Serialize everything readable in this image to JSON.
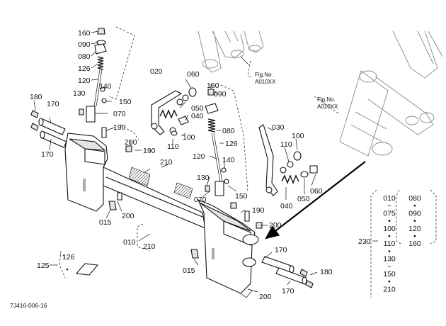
{
  "diagram": {
    "code": "7J416-006-16",
    "fig_refs": [
      {
        "label": "Fig.No.",
        "code": "A010XX"
      },
      {
        "label": "Fig.No.",
        "code": "A020XX"
      }
    ],
    "callouts": {
      "c160a": "160",
      "c090a": "090",
      "c080a": "080",
      "c126a": "126",
      "c120a": "120",
      "c130a": "130",
      "c140a": "140",
      "c150a": "150",
      "c070a": "070",
      "c180a": "180",
      "c170a": "170",
      "c170b": "170",
      "c190a": "190",
      "c020": "020",
      "c060a": "060",
      "c050a": "050",
      "c040a": "040",
      "c110a": "110",
      "c100a": "100",
      "c200a": "200",
      "c190b": "190",
      "c160b": "160",
      "c090b": "090",
      "c080b": "080",
      "c126b": "126",
      "c120b": "120",
      "c140b": "140",
      "c130b": "130",
      "c150b": "150",
      "c070b": "070",
      "c030": "030",
      "c100b": "100",
      "c110b": "110",
      "c060b": "060",
      "c050b": "050",
      "c040b": "040",
      "c210a": "210",
      "c200b": "200",
      "c015a": "015",
      "c190c": "190",
      "c200c": "200",
      "c010": "010",
      "c210b": "210",
      "c015b": "015",
      "c170c": "170",
      "c180b": "180",
      "c170d": "170",
      "c200d": "200",
      "c125": "125",
      "c126c": "126"
    },
    "kit": {
      "number": "230",
      "col1": [
        "010",
        "~",
        "075",
        "•",
        "100",
        "•",
        "110",
        "•",
        "130",
        "~",
        "150",
        "•",
        "210"
      ],
      "col2": [
        "080",
        "•",
        "090",
        "•",
        "120",
        "•",
        "160"
      ]
    }
  }
}
